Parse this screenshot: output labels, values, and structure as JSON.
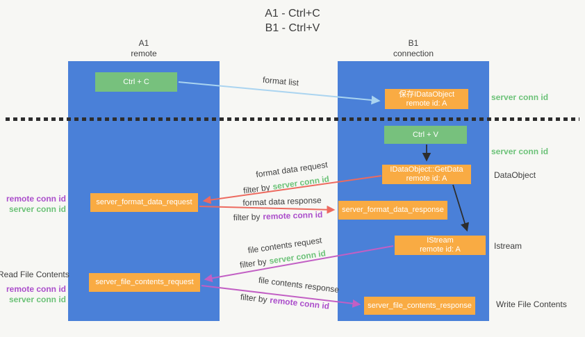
{
  "title": {
    "line1": "A1 - Ctrl+C",
    "line2": "B1 - Ctrl+V"
  },
  "columns": {
    "a": {
      "header_line1": "A1",
      "header_line2": "remote"
    },
    "b": {
      "header_line1": "B1",
      "header_line2": "connection"
    }
  },
  "nodes": {
    "ctrl_c": "Ctrl + C",
    "ctrl_v": "Ctrl + V",
    "save_idataobject": {
      "line1": "保存IDataObject",
      "line2": "remote id: A"
    },
    "getdata": {
      "line1": "IDataObject::GetData",
      "line2": "remote id: A"
    },
    "istream": {
      "line1": "IStream",
      "line2": "remote id: A"
    },
    "format_request": "server_format_data_request",
    "format_response": "server_format_data_response",
    "file_request": "server_file_contents_request",
    "file_response": "server_file_contents_response"
  },
  "side_labels": {
    "right": {
      "server_conn_id_1": "server conn id",
      "server_conn_id_2": "server conn id",
      "dataobject": "DataObject",
      "istream": "Istream",
      "write_file_contents": "Write File Contents"
    },
    "left": {
      "remote_conn_id_1": "remote conn id",
      "server_conn_id_1": "server conn id",
      "read_file_contents": "Read File Contents",
      "remote_conn_id_2": "remote conn id",
      "server_conn_id_2": "server conn id"
    }
  },
  "flow": {
    "format_list": "format list",
    "filter_by": "filter by",
    "format_data_request": "format data request",
    "format_request_filter_key": "server conn id",
    "format_data_response": "format data response",
    "format_response_filter_key": "remote conn id",
    "file_contents_request": "file contents request",
    "file_request_filter_key": "server conn id",
    "file_contents_response": "file contents response",
    "file_response_filter_key": "remote conn id"
  },
  "colors": {
    "lane_blue": "#4a80d8",
    "node_green": "#77c17d",
    "node_orange": "#f9ab43",
    "arrow_light_blue": "#aad4f0",
    "arrow_red": "#ed6a5f",
    "arrow_magenta": "#c25fc4",
    "arrow_black": "#2d2d2d",
    "label_green": "#6cc278",
    "label_purple": "#ab4ecb",
    "text_dark": "#3b3b3b",
    "background": "#f7f7f4"
  }
}
